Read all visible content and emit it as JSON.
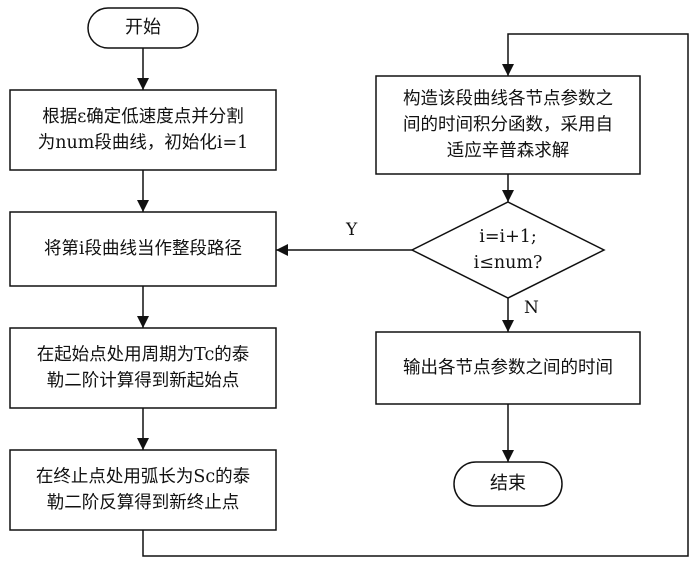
{
  "nodes": {
    "start": {
      "text": "开始"
    },
    "split": {
      "line1": "根据ε确定低速度点并分割",
      "line2": "为num段曲线，初始化i=1"
    },
    "path": {
      "text": "将第i段曲线当作整段路径"
    },
    "start_point": {
      "line1": "在起始点处用周期为Tc的泰",
      "line2": "勒二阶计算得到新起始点"
    },
    "end_point": {
      "line1": "在终止点处用弧长为Sc的泰",
      "line2": "勒二阶反算得到新终止点"
    },
    "construct": {
      "line1": "构造该段曲线各节点参数之",
      "line2": "间的时间积分函数，采用自",
      "line3": "适应辛普森求解"
    },
    "decision": {
      "line1": "i=i+1;",
      "line2": "i≤num?"
    },
    "output": {
      "text": "输出各节点参数之间的时间"
    },
    "end": {
      "text": "结束"
    }
  },
  "edge_labels": {
    "yes": "Y",
    "no": "N"
  }
}
